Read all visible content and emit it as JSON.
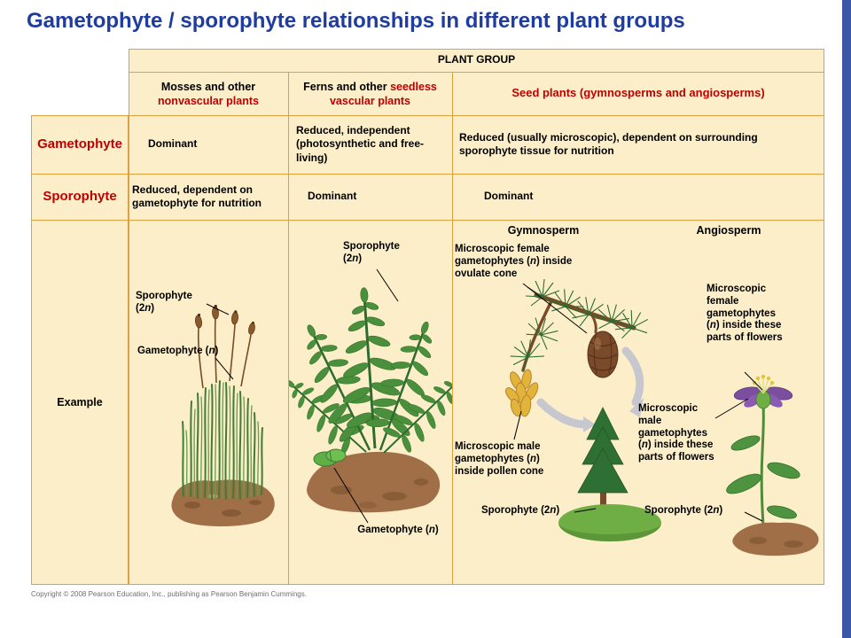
{
  "colors": {
    "title_blue": "#1f3ca0",
    "table_background": "#fbeec9",
    "table_border": "#dfa13f",
    "emphasis_red": "#c00000",
    "accent_bar_blue": "#3d56a6"
  },
  "header": {
    "title": "Gametophyte / sporophyte relationships in different plant groups"
  },
  "table": {
    "plant_group": "PLANT GROUP",
    "columns": {
      "mosses": {
        "black": "Mosses and other",
        "red": "nonvascular plants"
      },
      "ferns": {
        "black": "Ferns and other",
        "red": "seedless vascular plants"
      },
      "seed": {
        "red": "Seed plants (gymnosperms and angiosperms)"
      }
    },
    "rows": {
      "gametophyte": {
        "label": "Gametophyte",
        "mosses": "Dominant",
        "ferns": "Reduced, independent (photosynthetic and free-living)",
        "seed": "Reduced (usually microscopic), dependent on surrounding sporophyte tissue for nutrition"
      },
      "sporophyte": {
        "label": "Sporophyte",
        "mosses": "Reduced, dependent on gametophyte for nutrition",
        "ferns": "Dominant",
        "seed": "Dominant"
      },
      "example": {
        "label": "Example"
      }
    }
  },
  "examples": {
    "moss": {
      "sporophyte": "Sporophyte (2n)",
      "gametophyte": "Gametophyte (n)"
    },
    "fern": {
      "sporophyte": "Sporophyte (2n)",
      "gametophyte": "Gametophyte (n)"
    },
    "gymnosperm": {
      "title": "Gymnosperm",
      "female": "Microscopic female gametophytes (n) inside ovulate cone",
      "male": "Microscopic male gametophytes (n) inside pollen cone",
      "sporophyte": "Sporophyte (2n)"
    },
    "angiosperm": {
      "title": "Angiosperm",
      "female": "Microscopic female gametophytes (n) inside these parts of flowers",
      "male": "Microscopic male gametophytes (n) inside these parts of flowers",
      "sporophyte": "Sporophyte (2n)"
    }
  },
  "footer": {
    "copyright": "Copyright © 2008 Pearson Education, Inc., publishing as Pearson Benjamin Cummings."
  }
}
